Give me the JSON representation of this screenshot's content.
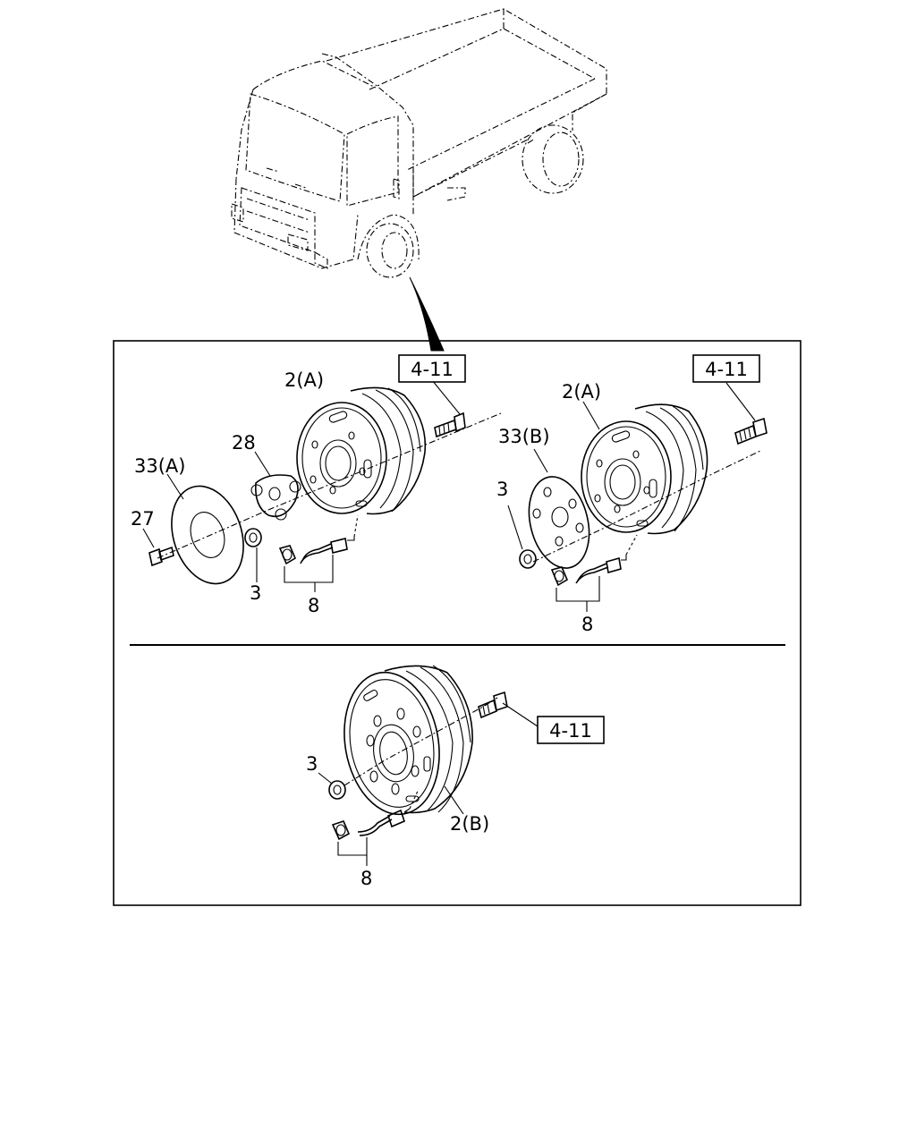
{
  "callouts": {
    "tl_2a": "2(A)",
    "tl_28": "28",
    "tl_33a": "33(A)",
    "tl_27": "27",
    "tl_3": "3",
    "tl_8": "8",
    "tl_ref": "4-11",
    "tr_2a": "2(A)",
    "tr_33b": "33(B)",
    "tr_3": "3",
    "tr_8": "8",
    "tr_ref": "4-11",
    "b_3": "3",
    "b_2b": "2(B)",
    "b_8": "8",
    "b_ref": "4-11"
  }
}
